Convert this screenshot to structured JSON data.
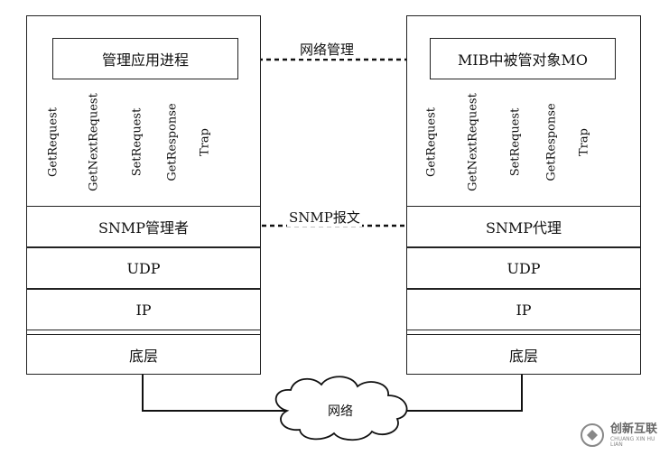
{
  "left_stack": {
    "process": "管理应用进程",
    "layers": [
      "SNMP管理者",
      "UDP",
      "IP",
      "底层"
    ],
    "ops": [
      "GetRequest",
      "GetNextRequest",
      "SetRequest",
      "GetResponse",
      "Trap"
    ]
  },
  "right_stack": {
    "process": "MIB中被管对象MO",
    "layers": [
      "SNMP代理",
      "UDP",
      "IP",
      "底层"
    ],
    "ops": [
      "GetRequest",
      "GetNextRequest",
      "SetRequest",
      "GetResponse",
      "Trap"
    ]
  },
  "links": {
    "top": "网络管理",
    "middle": "SNMP报文"
  },
  "network_label": "网络",
  "watermark": {
    "brand": "创新互联",
    "sub": "CHUANG XIN HU LIAN"
  }
}
